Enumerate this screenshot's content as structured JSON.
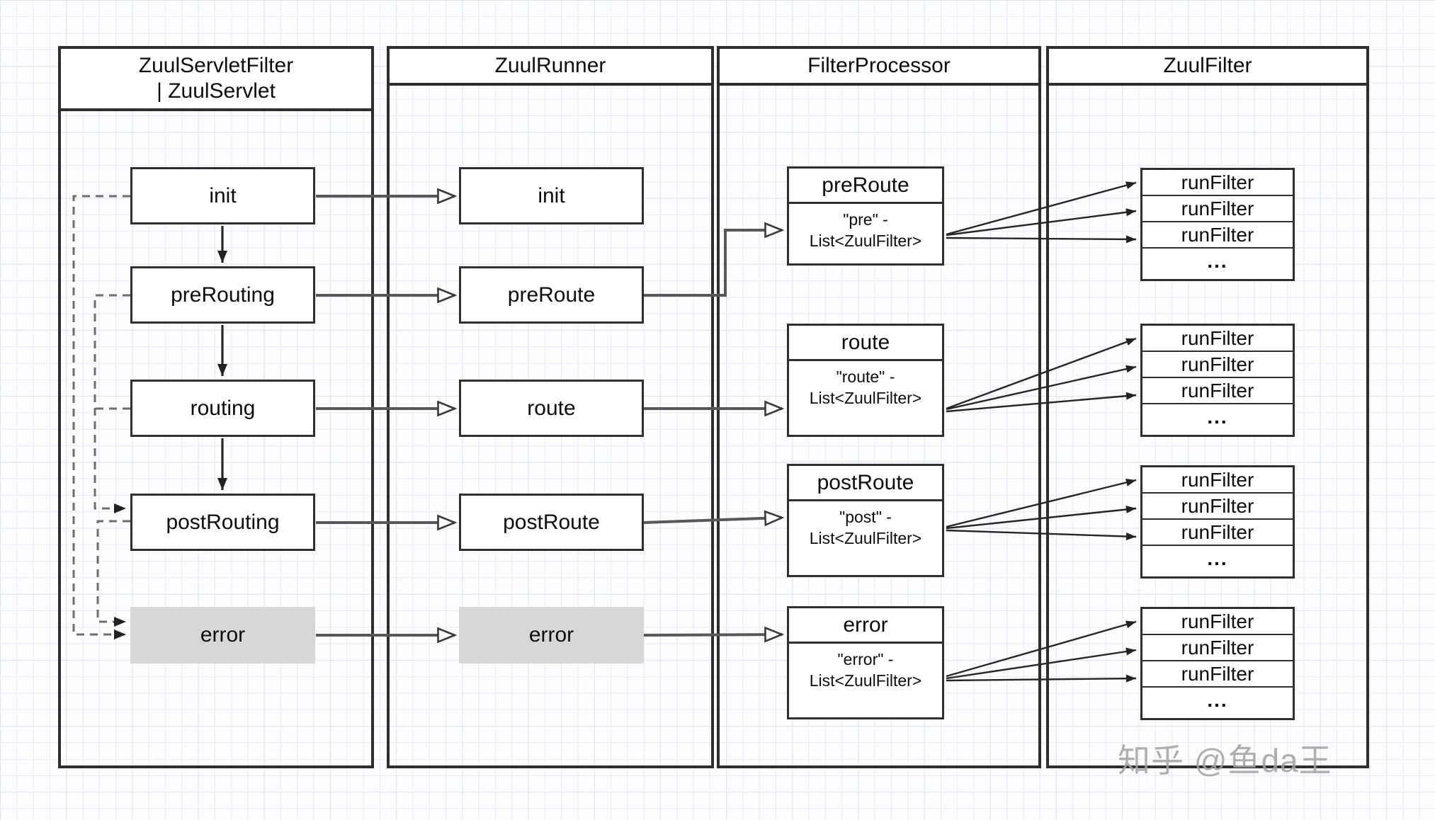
{
  "lanes": [
    {
      "title": "ZuulServletFilter",
      "subtitle": "| ZuulServlet"
    },
    {
      "title": "ZuulRunner"
    },
    {
      "title": "FilterProcessor"
    },
    {
      "title": "ZuulFilter"
    }
  ],
  "servlet_boxes": [
    {
      "label": "init"
    },
    {
      "label": "preRouting"
    },
    {
      "label": "routing"
    },
    {
      "label": "postRouting"
    },
    {
      "label": "error"
    }
  ],
  "runner_boxes": [
    {
      "label": "init"
    },
    {
      "label": "preRoute"
    },
    {
      "label": "route"
    },
    {
      "label": "postRoute"
    },
    {
      "label": "error"
    }
  ],
  "processor_boxes": [
    {
      "title": "preRoute",
      "line1": "\"pre\" -",
      "line2": "List<ZuulFilter>"
    },
    {
      "title": "route",
      "line1": "\"route\" -",
      "line2": "List<ZuulFilter>"
    },
    {
      "title": "postRoute",
      "line1": "\"post\" -",
      "line2": "List<ZuulFilter>"
    },
    {
      "title": "error",
      "line1": "\"error\" -",
      "line2": "List<ZuulFilter>"
    }
  ],
  "filter_stacks": [
    {
      "rows": [
        "runFilter",
        "runFilter",
        "runFilter",
        "..."
      ]
    },
    {
      "rows": [
        "runFilter",
        "runFilter",
        "runFilter",
        "..."
      ]
    },
    {
      "rows": [
        "runFilter",
        "runFilter",
        "runFilter",
        "..."
      ]
    },
    {
      "rows": [
        "runFilter",
        "runFilter",
        "runFilter",
        "..."
      ]
    }
  ],
  "watermark": "知乎 @鱼da王",
  "colors": {
    "lane_border": "#2e2e2e",
    "box_border": "#2f2f2f",
    "box_fill": "#ffffff",
    "error_fill": "#d7d7d7",
    "connector": "#585858",
    "arrow_dark": "#262626",
    "dashed": "#6e6e6e",
    "watermark": "#a2a2a2"
  }
}
